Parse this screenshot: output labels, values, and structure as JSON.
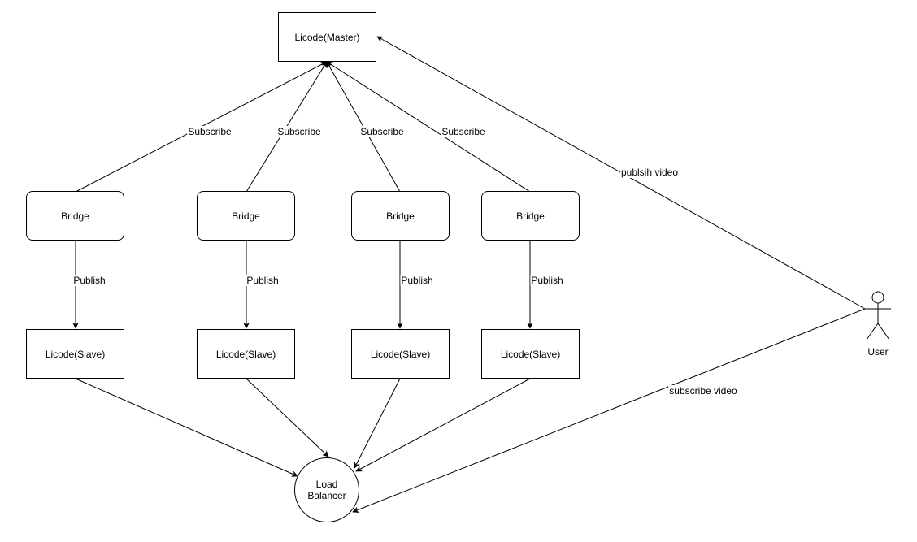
{
  "diagram": {
    "nodes": {
      "master": "Licode(Master)",
      "bridges": [
        "Bridge",
        "Bridge",
        "Bridge",
        "Bridge"
      ],
      "slaves": [
        "Licode(Slave)",
        "Licode(Slave)",
        "Licode(Slave)",
        "Licode(Slave)"
      ],
      "balancer": "Load\nBalancer",
      "user": "User"
    },
    "edge_labels": {
      "subscribe": [
        "Subscribe",
        "Subscribe",
        "Subscribe",
        "Subscribe"
      ],
      "publish": [
        "Publish",
        "Publish",
        "Publish",
        "Publish"
      ],
      "user_publish": "publsih video",
      "user_subscribe": "subscribe video"
    },
    "colors": {
      "stroke": "#000000",
      "fill": "#ffffff",
      "text": "#000000"
    }
  }
}
